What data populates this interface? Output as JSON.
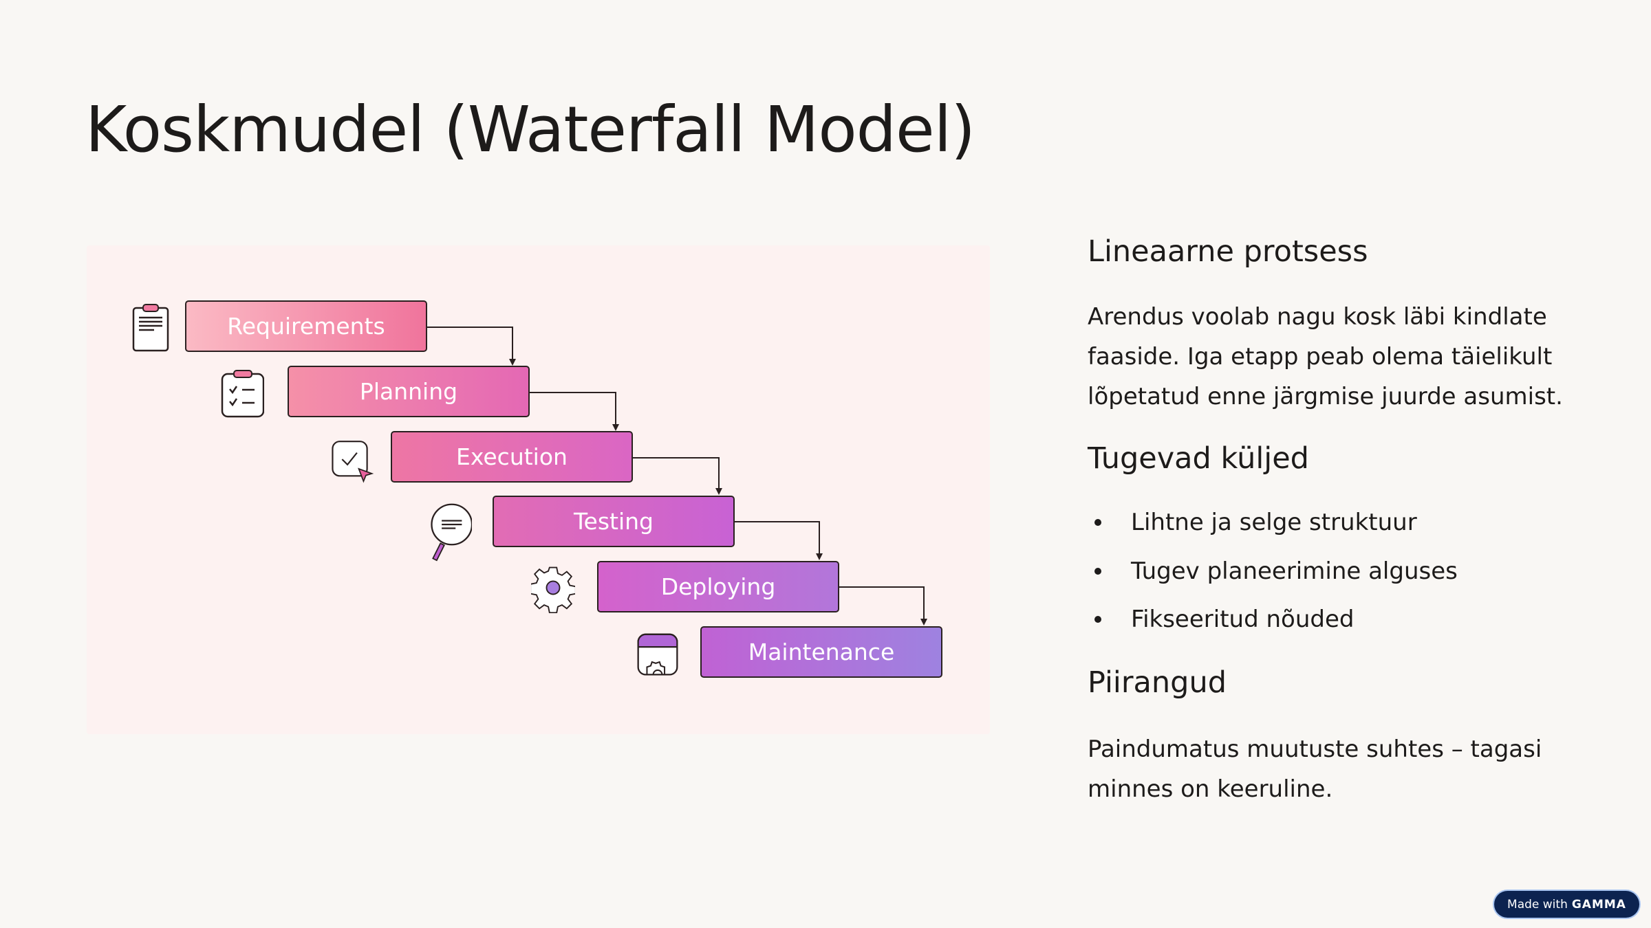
{
  "title": "Koskmudel (Waterfall Model)",
  "diagram": {
    "steps": [
      {
        "label": "Requirements",
        "icon": "clipboard-icon"
      },
      {
        "label": "Planning",
        "icon": "checklist-icon"
      },
      {
        "label": "Execution",
        "icon": "checkbox-cursor-icon"
      },
      {
        "label": "Testing",
        "icon": "magnifier-icon"
      },
      {
        "label": "Deploying",
        "icon": "gear-icon"
      },
      {
        "label": "Maintenance",
        "icon": "app-window-gear-icon"
      }
    ]
  },
  "sections": {
    "linear": {
      "heading": "Lineaarne protsess",
      "body": "Arendus voolab nagu kosk läbi kindlate faaside. Iga etapp peab olema täielikult lõpetatud enne järgmise juurde asumist."
    },
    "strengths": {
      "heading": "Tugevad küljed",
      "items": [
        "Lihtne ja selge struktuur",
        "Tugev planeerimine alguses",
        "Fikseeritud nõuded"
      ]
    },
    "limits": {
      "heading": "Piirangud",
      "body": "Paindumatus muutuste suhtes – tagasi minnes on keeruline."
    }
  },
  "badge": {
    "prefix": "Made with",
    "brand": "GAMMA"
  }
}
